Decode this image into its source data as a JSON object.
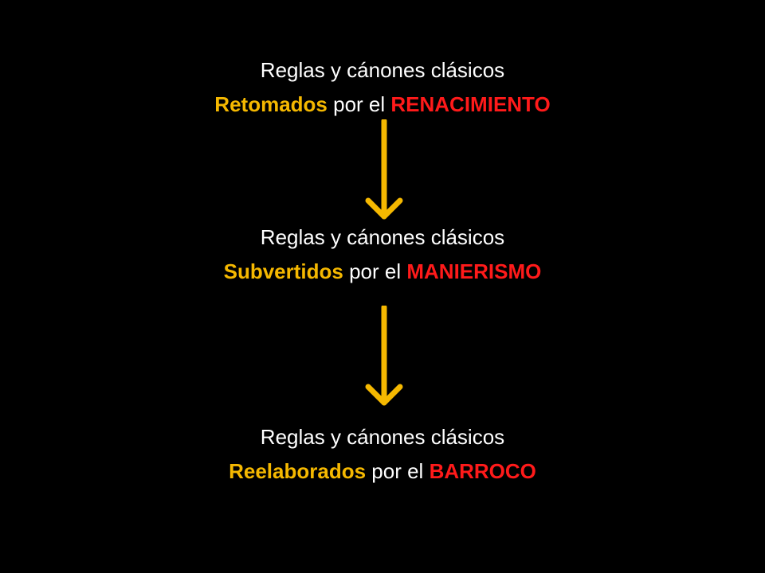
{
  "colors": {
    "background": "#000000",
    "text": "#ffffff",
    "keyword": "#f5b800",
    "movement": "#ff1a1a",
    "arrow": "#f5b800"
  },
  "stages": [
    {
      "rule_text": "Reglas y cánones clásicos",
      "keyword": "Retomados",
      "connector": "por el",
      "movement": "RENACIMIENTO"
    },
    {
      "rule_text": "Reglas y cánones clásicos",
      "keyword": "Subvertidos",
      "connector": "por el",
      "movement": "MANIERISMO"
    },
    {
      "rule_text": "Reglas y cánones clásicos",
      "keyword": "Reelaborados",
      "connector": "por el",
      "movement": "BARROCO"
    }
  ],
  "arrows": [
    {
      "icon": "down-arrow-icon"
    },
    {
      "icon": "down-arrow-icon"
    }
  ]
}
